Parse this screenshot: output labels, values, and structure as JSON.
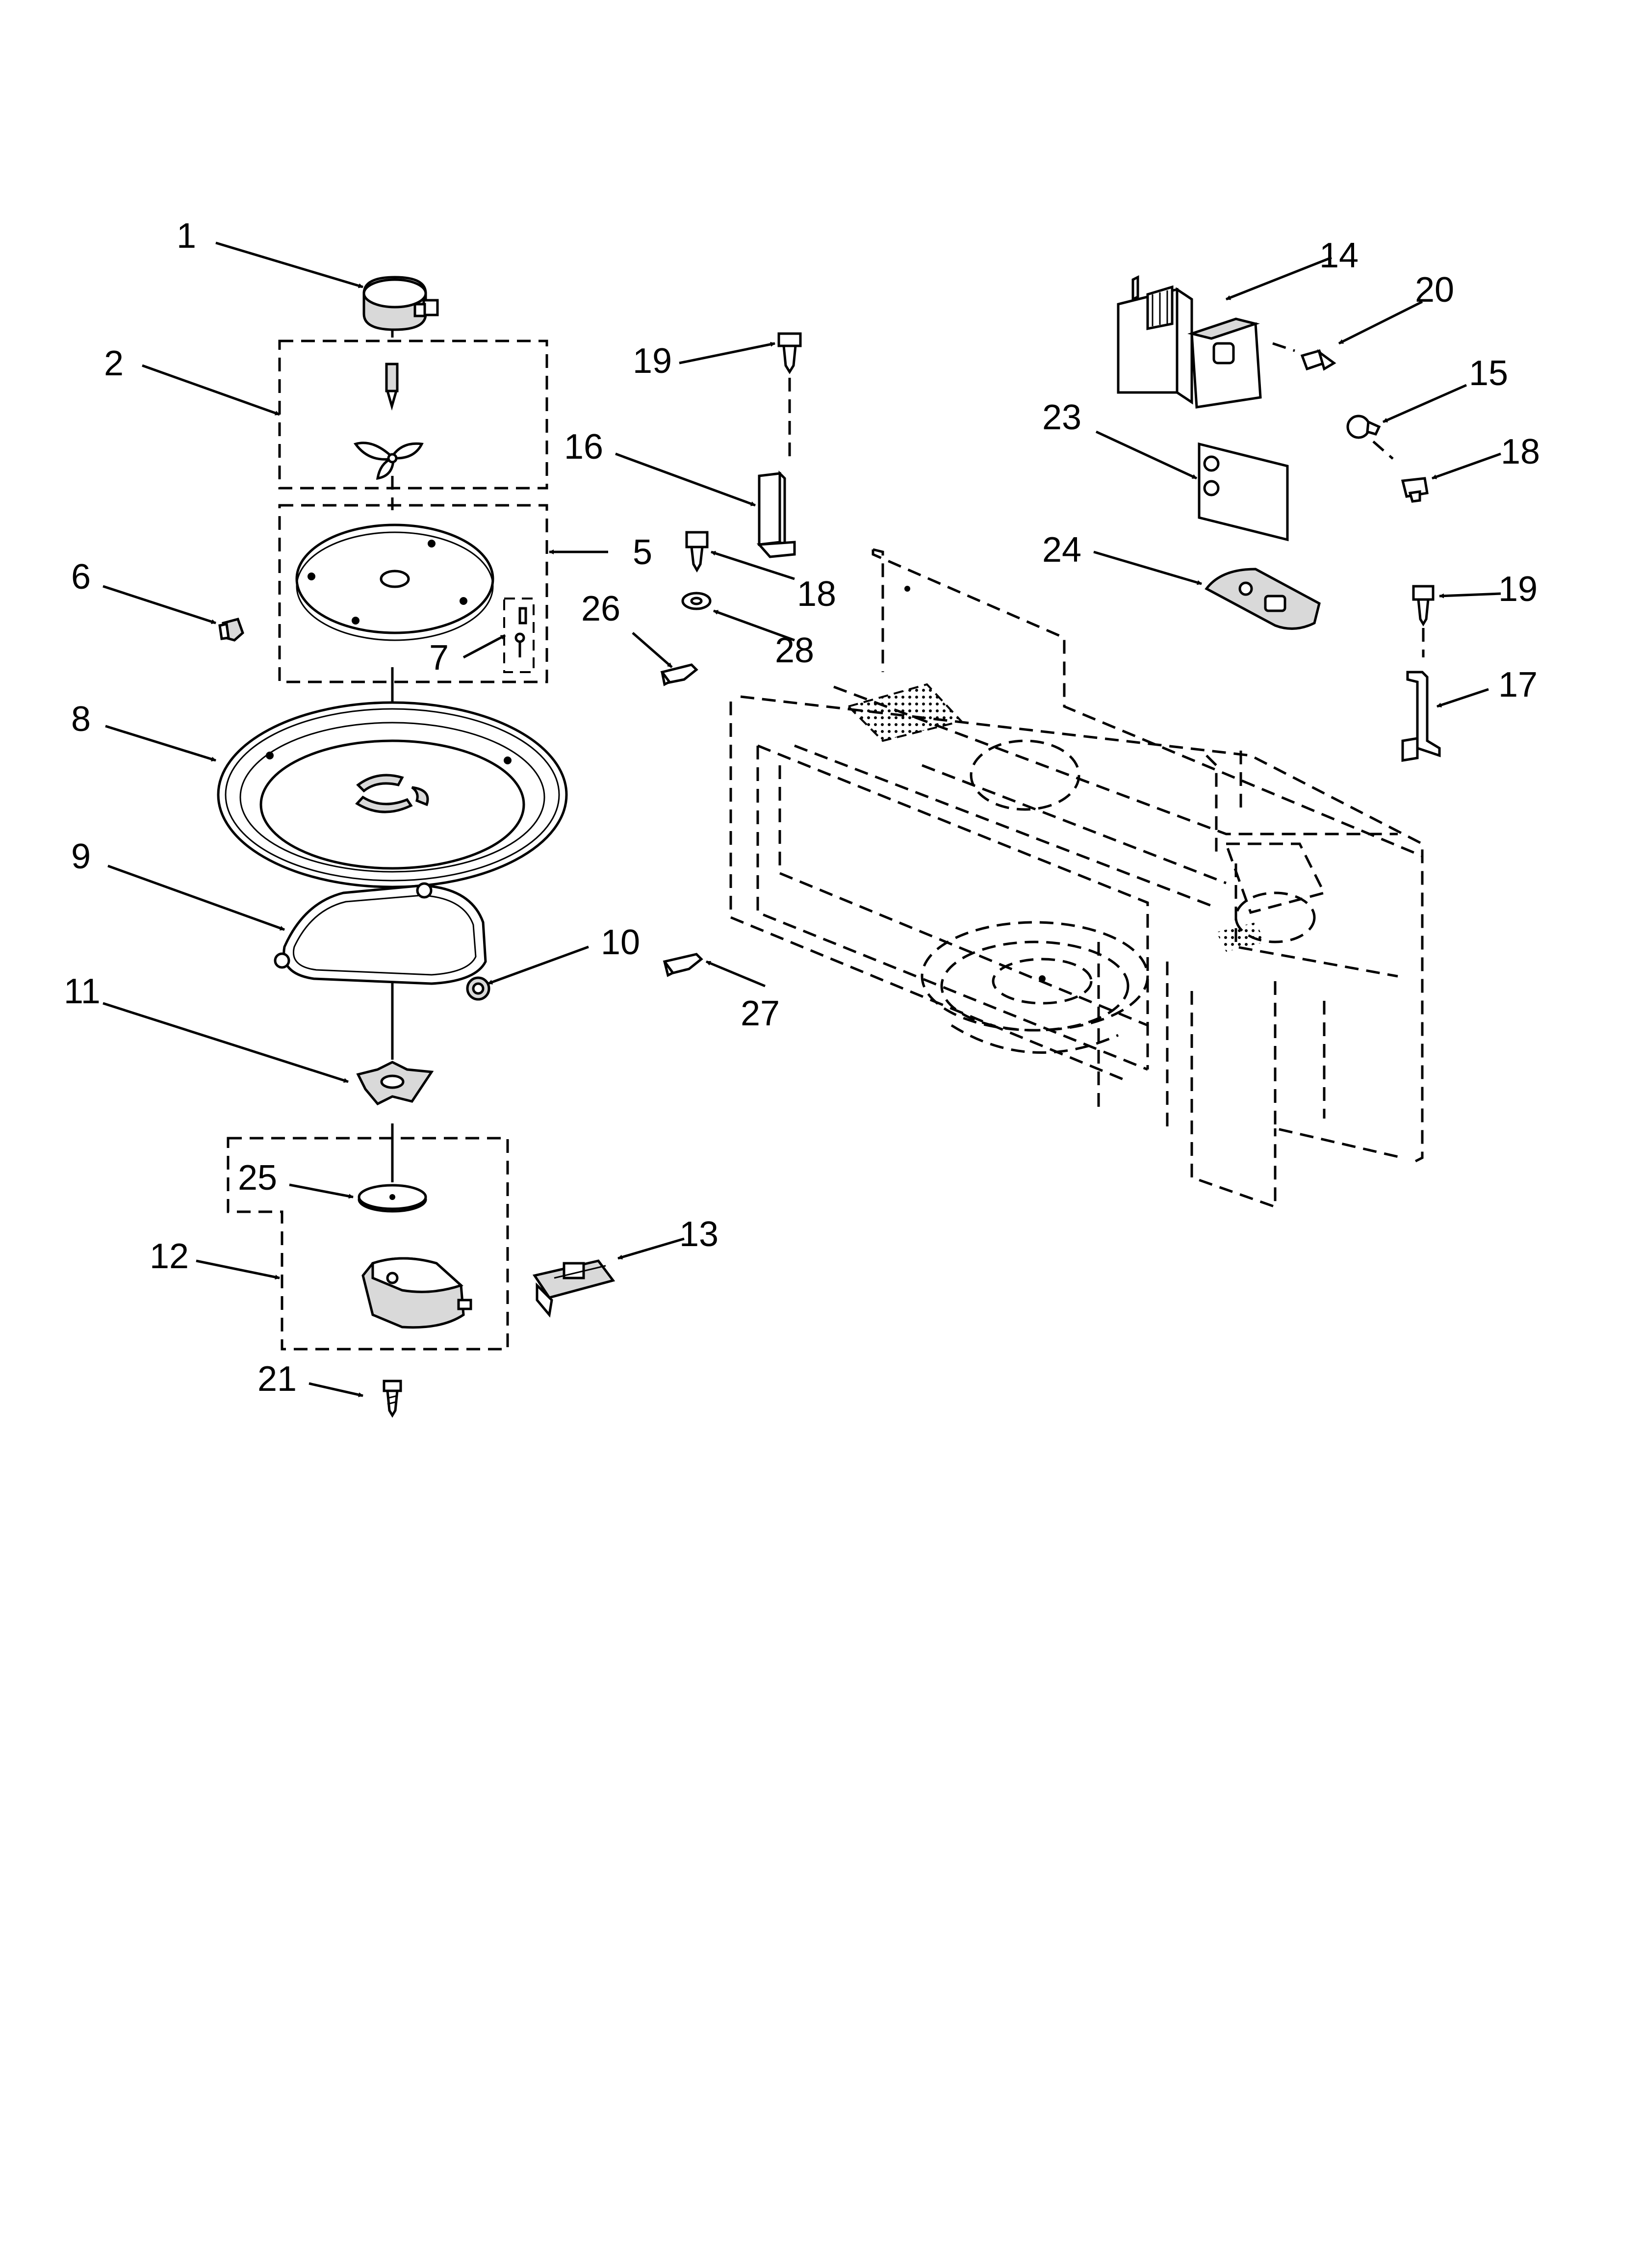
{
  "callouts": {
    "c1": "1",
    "c2": "2",
    "c5": "5",
    "c6": "6",
    "c7": "7",
    "c8": "8",
    "c9": "9",
    "c10": "10",
    "c11": "11",
    "c12": "12",
    "c13": "13",
    "c14": "14",
    "c15": "15",
    "c16": "16",
    "c17": "17",
    "c18a": "18",
    "c18b": "18",
    "c19a": "19",
    "c19b": "19",
    "c20": "20",
    "c21": "21",
    "c23": "23",
    "c24": "24",
    "c25": "25",
    "c26": "26",
    "c27": "27",
    "c28": "28"
  }
}
